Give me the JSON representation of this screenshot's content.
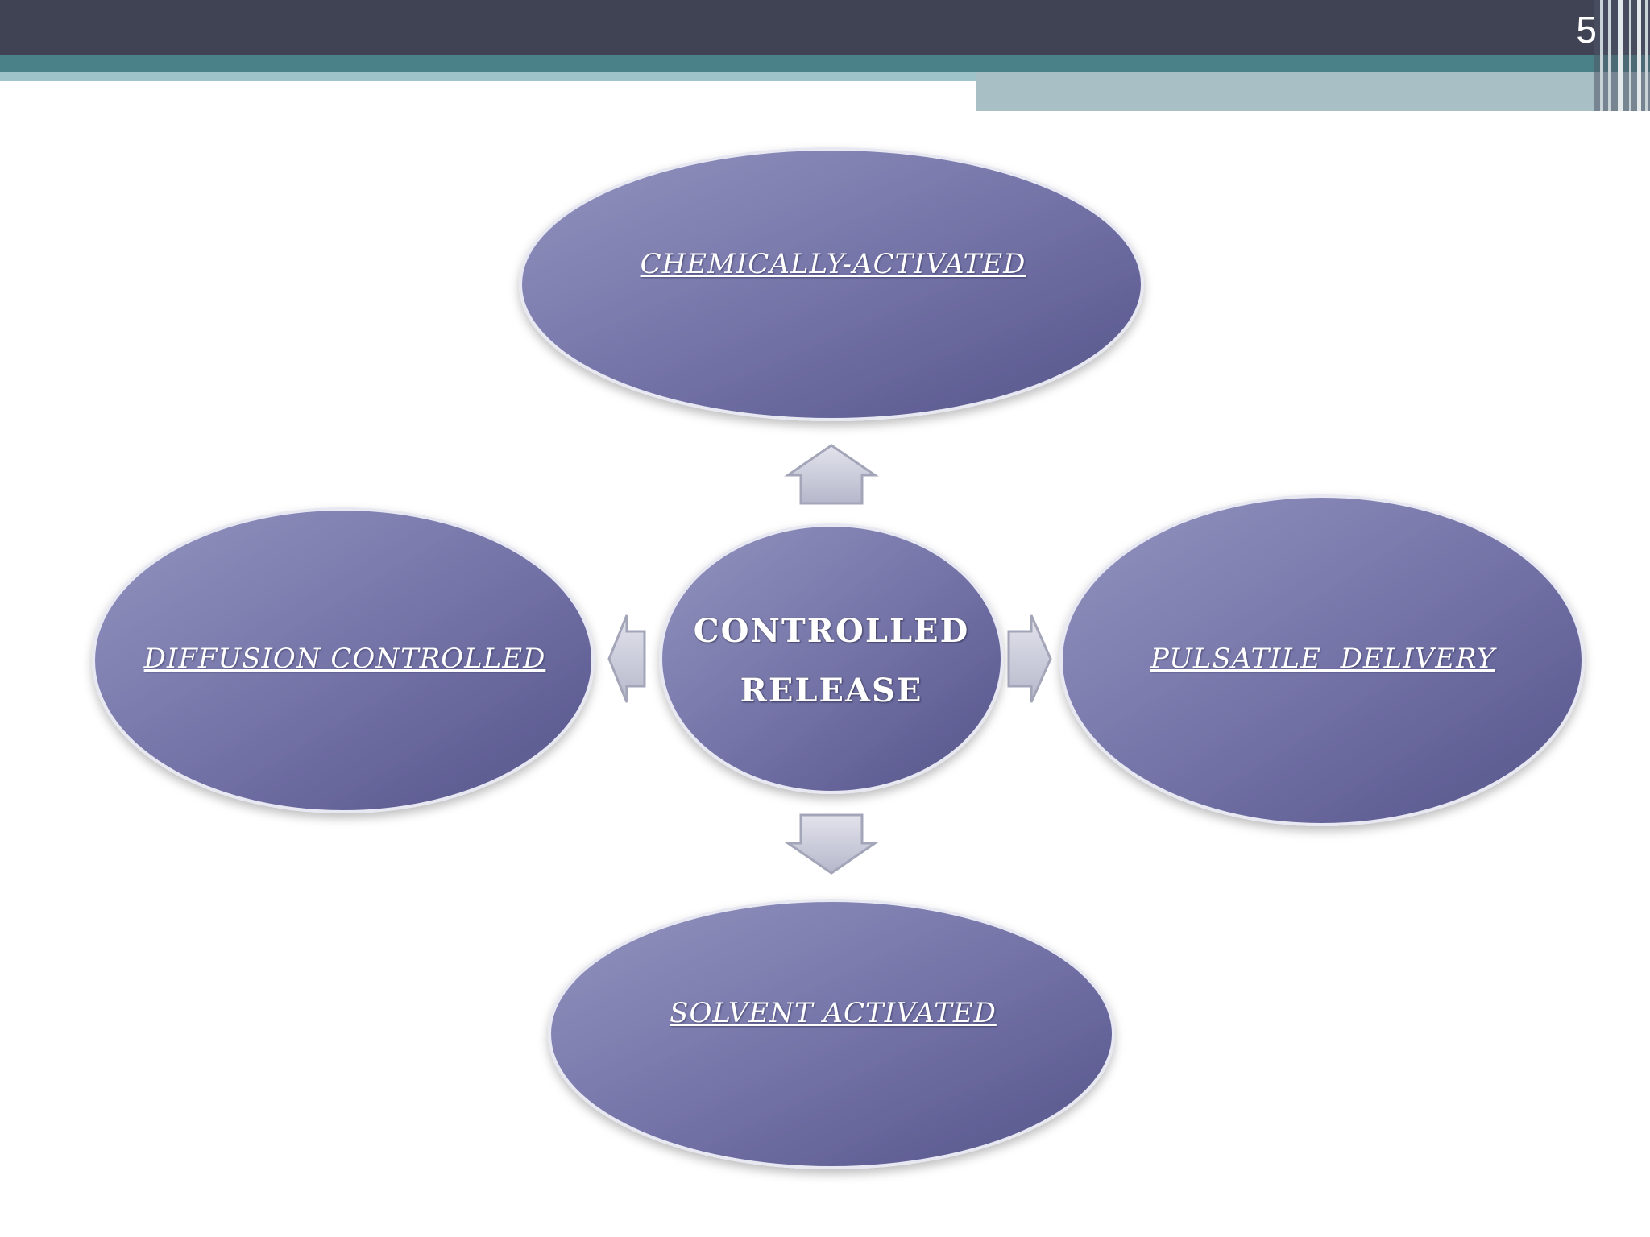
{
  "slide": {
    "page_number": "5"
  },
  "diagram": {
    "center": {
      "line1": "CONTROLLED",
      "line2": "RELEASE"
    },
    "nodes": {
      "top": "CHEMICALLY-ACTIVATED",
      "left": "DIFFUSION CONTROLLED",
      "right": "PULSATILE  DELIVERY",
      "bottom": "SOLVENT ACTIVATED"
    }
  },
  "colors": {
    "header_dark": "#3f4354",
    "header_teal": "#4a8189",
    "header_light": "#a7bfc5",
    "ellipse_fill_light": "#8b8cb8",
    "ellipse_fill_dark": "#5b5a8e",
    "arrow_fill": "#c8cad8"
  }
}
